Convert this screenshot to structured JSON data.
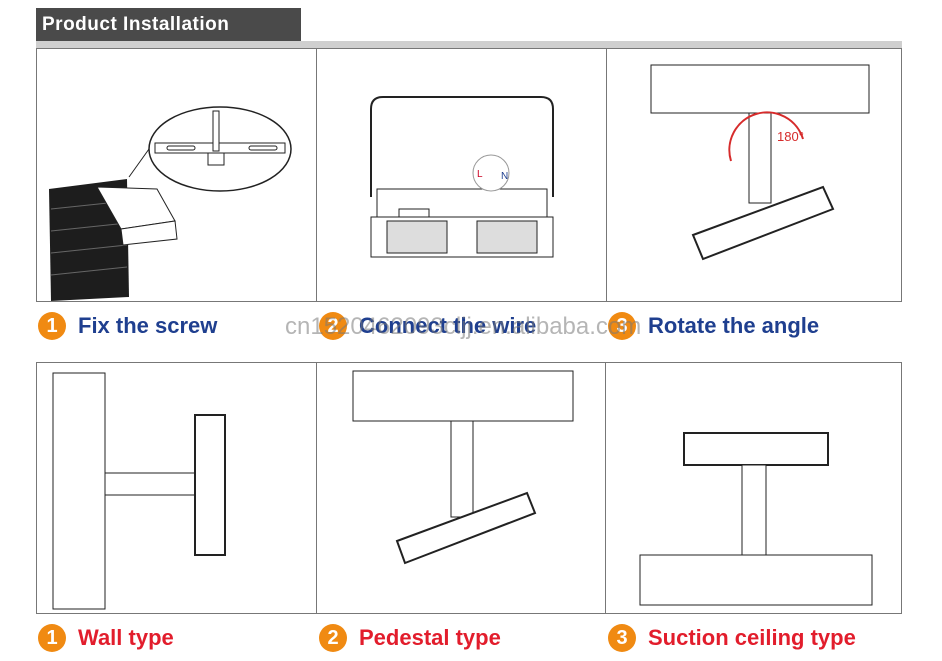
{
  "header": {
    "title": "Product Installation"
  },
  "steps_top": [
    {
      "num": "1",
      "label": "Fix the screw"
    },
    {
      "num": "2",
      "label": "Connect the wire"
    },
    {
      "num": "3",
      "label": "Rotate the angle"
    }
  ],
  "steps_bottom": [
    {
      "num": "1",
      "label": "Wall type"
    },
    {
      "num": "2",
      "label": "Pedestal type"
    },
    {
      "num": "3",
      "label": "Suction ceiling type"
    }
  ],
  "annotations": {
    "angle": "180°",
    "wire_l": "L",
    "wire_n": "N"
  },
  "watermark": "cn1520462093cljj.en.alibaba.com",
  "colors": {
    "header_bg": "#4a4a4a",
    "step_badge": "#f08a12",
    "label_blue": "#1f3f8f",
    "label_red": "#e21d2c",
    "arc_red": "#d62b2b"
  }
}
